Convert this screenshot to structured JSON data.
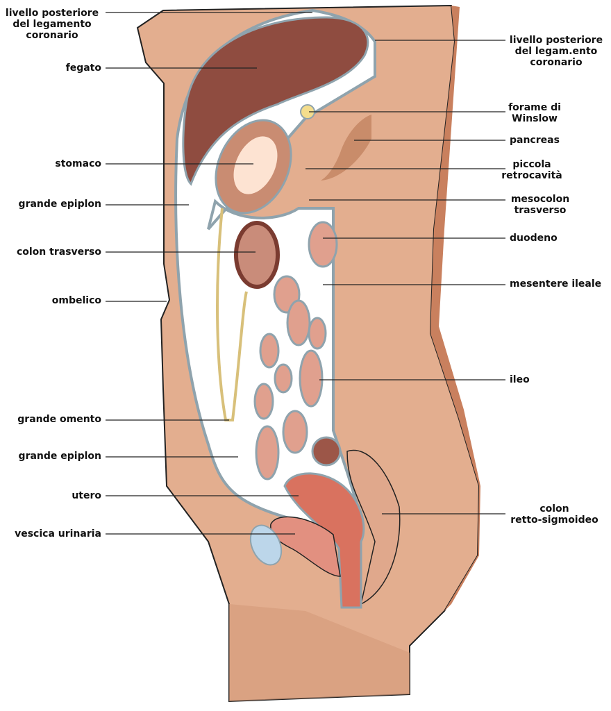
{
  "colors": {
    "skin": "#e3ae8f",
    "skin_dark": "#c9805e",
    "liver": "#8f4c40",
    "peritoneum": "#ffffff",
    "membrane": "#8fa3ad",
    "bowel": "#dba08c",
    "uterus": "#d9725f",
    "bladder": "#bcd6ea",
    "yellow": "#f4dd8c"
  },
  "labels_left": [
    "livello posteriore\ndel legamento\ncoronario",
    "fegato",
    "stomaco",
    "grande epiplon",
    "colon trasverso",
    "ombelico",
    "grande omento",
    "grande epiplon",
    "utero",
    "vescica urinaria"
  ],
  "labels_right": [
    "livello posteriore\ndel legam.ento\ncoronario",
    "forame di\nWinslow",
    "pancreas",
    "piccola\nretrocavità",
    "mesocolon\ntrasverso",
    "duodeno",
    "mesentere ileale",
    "ileo",
    "colon\nretto-sigmoideo"
  ]
}
